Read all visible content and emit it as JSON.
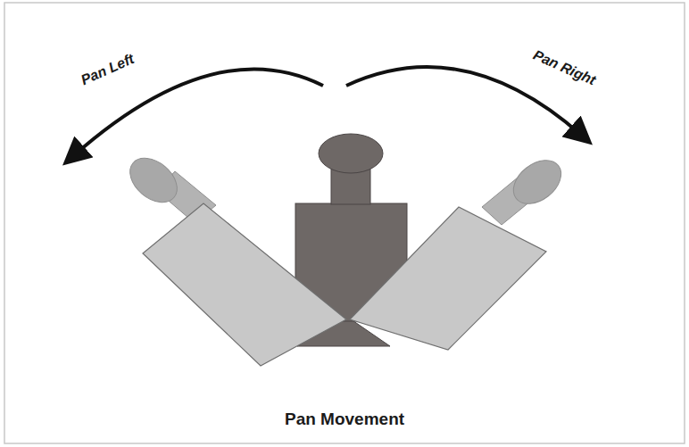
{
  "diagram": {
    "title": "Pan Movement",
    "labels": [
      "Pan Left",
      "Pan Right"
    ]
  }
}
